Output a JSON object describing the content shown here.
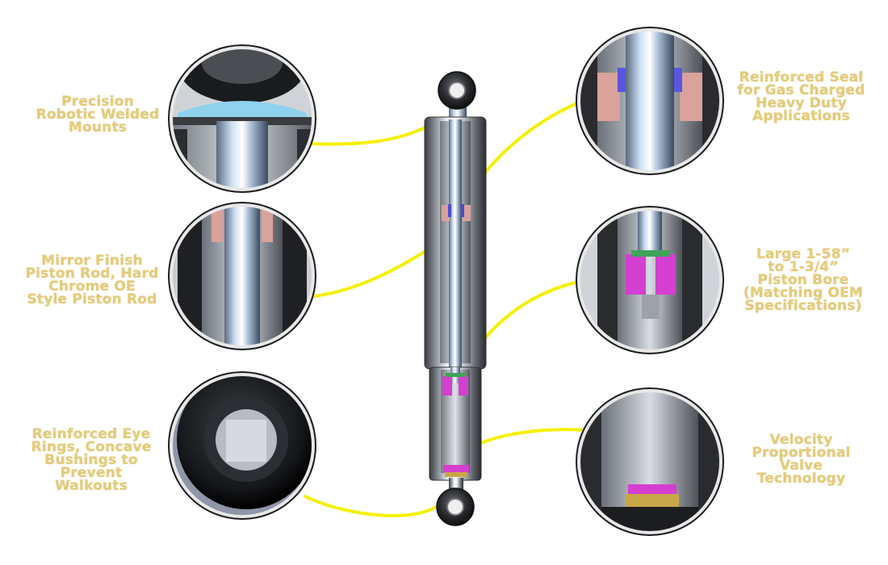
{
  "features": [
    {
      "id": "mounts",
      "lines": [
        "Precision",
        "Robotic Welded",
        "Mounts"
      ]
    },
    {
      "id": "piston-rod",
      "lines": [
        "Mirror Finish",
        "Piston Rod, Hard",
        "Chrome OE",
        "Style Piston Rod"
      ]
    },
    {
      "id": "eye-rings",
      "lines": [
        "Reinforced Eye",
        "Rings, Concave",
        "Bushings to",
        "Prevent",
        "Walkouts"
      ]
    },
    {
      "id": "seal",
      "lines": [
        "Reinforced Seal",
        "for Gas Charged",
        "Heavy Duty",
        "Applications"
      ]
    },
    {
      "id": "piston-bore",
      "lines": [
        "Large 1-58”",
        "to 1-3/4”",
        "Piston Bore",
        "(Matching OEM",
        "Specifications)"
      ]
    },
    {
      "id": "valve",
      "lines": [
        "Velocity",
        "Proportional",
        "Valve",
        "Technology"
      ]
    }
  ],
  "colors": {
    "label_text": "#e6cc7a",
    "leader_line": "#f5f000",
    "shock_body": "#9aa0a8",
    "seal": "#d9a29a",
    "valve": "#d43fd0",
    "bezel": "#2a2a2a"
  }
}
